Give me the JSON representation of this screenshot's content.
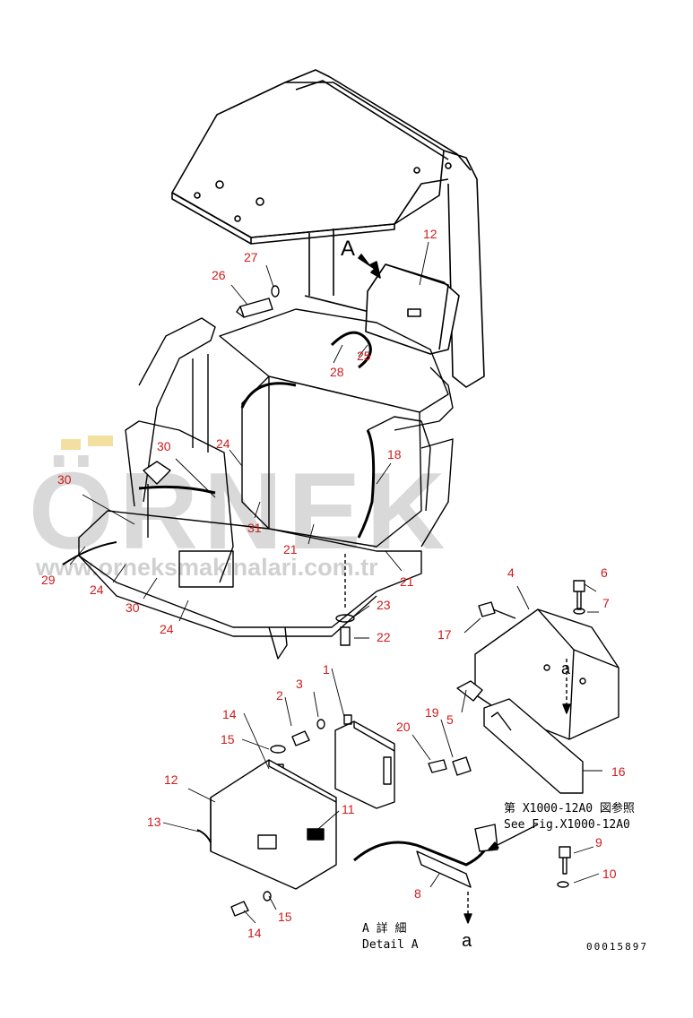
{
  "watermark": {
    "brand": "ÖRNEK",
    "site": "www.orneksmakinalari.com.tr",
    "color": "#d9d9d9",
    "accent": "#f3dfa0"
  },
  "colors": {
    "label": "#d11a1a",
    "line": "#000000"
  },
  "view_marker": "A",
  "callouts": [
    {
      "id": "c12a",
      "text": "12"
    },
    {
      "id": "c27",
      "text": "27"
    },
    {
      "id": "c26",
      "text": "26"
    },
    {
      "id": "c28",
      "text": "28"
    },
    {
      "id": "c25",
      "text": "25"
    },
    {
      "id": "c30a",
      "text": "30"
    },
    {
      "id": "c24a",
      "text": "24"
    },
    {
      "id": "c30b",
      "text": "30"
    },
    {
      "id": "c18",
      "text": "18"
    },
    {
      "id": "c31",
      "text": "31"
    },
    {
      "id": "c21a",
      "text": "21"
    },
    {
      "id": "c21b",
      "text": "21"
    },
    {
      "id": "c29",
      "text": "29"
    },
    {
      "id": "c24b",
      "text": "24"
    },
    {
      "id": "c30c",
      "text": "30"
    },
    {
      "id": "c24c",
      "text": "24"
    },
    {
      "id": "c23",
      "text": "23"
    },
    {
      "id": "c22",
      "text": "22"
    },
    {
      "id": "c4",
      "text": "4"
    },
    {
      "id": "c6",
      "text": "6"
    },
    {
      "id": "c7",
      "text": "7"
    },
    {
      "id": "c17",
      "text": "17"
    },
    {
      "id": "c1",
      "text": "1"
    },
    {
      "id": "c2",
      "text": "2"
    },
    {
      "id": "c3",
      "text": "3"
    },
    {
      "id": "c14a",
      "text": "14"
    },
    {
      "id": "c15a",
      "text": "15"
    },
    {
      "id": "c20",
      "text": "20"
    },
    {
      "id": "c19",
      "text": "19"
    },
    {
      "id": "c5",
      "text": "5"
    },
    {
      "id": "c16",
      "text": "16"
    },
    {
      "id": "c12b",
      "text": "12"
    },
    {
      "id": "c11",
      "text": "11"
    },
    {
      "id": "c13",
      "text": "13"
    },
    {
      "id": "c9",
      "text": "9"
    },
    {
      "id": "c10",
      "text": "10"
    },
    {
      "id": "c8",
      "text": "8"
    },
    {
      "id": "c14b",
      "text": "14"
    },
    {
      "id": "c15b",
      "text": "15"
    }
  ],
  "reference": {
    "jp": "第 X1000-12A0 図参照",
    "en": "See Fig.X1000-12A0"
  },
  "detail": {
    "jp": "A 詳 細",
    "en": "Detail A",
    "mark_a": "a",
    "mark_a2": "a"
  },
  "figure_number": "00015897"
}
